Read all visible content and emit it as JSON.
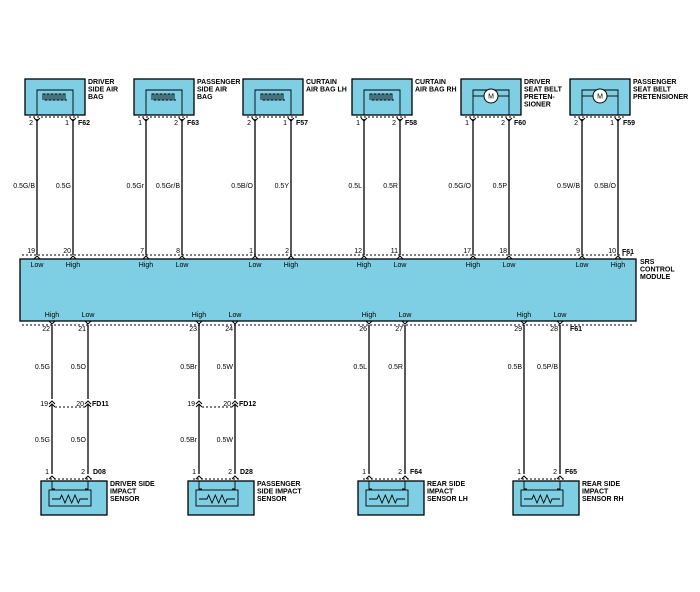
{
  "colors": {
    "box_fill": "#7ecfe3",
    "line": "#000000",
    "background": "#ffffff"
  },
  "module": {
    "label_lines": [
      "SRS",
      "CONTROL",
      "MODULE"
    ]
  },
  "top_components": [
    {
      "label_lines": [
        "DRIVER",
        "SIDE AIR",
        "BAG"
      ],
      "icon": "squib-icon",
      "pin_left": "2",
      "pin_right": "1",
      "connector": "F62",
      "wire_left": "0.5G/B",
      "wire_right": "0.5G",
      "mod_pin_left": "19",
      "mod_pin_right": "20",
      "sig_left": "Low",
      "sig_right": "High"
    },
    {
      "label_lines": [
        "PASSENGER",
        "SIDE AIR",
        "BAG"
      ],
      "icon": "squib-icon",
      "pin_left": "1",
      "pin_right": "2",
      "connector": "F63",
      "wire_left": "0.5Gr",
      "wire_right": "0.5Gr/B",
      "mod_pin_left": "7",
      "mod_pin_right": "8",
      "sig_left": "High",
      "sig_right": "Low"
    },
    {
      "label_lines": [
        "CURTAIN",
        "AIR BAG LH"
      ],
      "icon": "squib-icon",
      "pin_left": "2",
      "pin_right": "1",
      "connector": "F57",
      "wire_left": "0.5B/O",
      "wire_right": "0.5Y",
      "mod_pin_left": "1",
      "mod_pin_right": "2",
      "sig_left": "Low",
      "sig_right": "High"
    },
    {
      "label_lines": [
        "CURTAIN",
        "AIR BAG RH"
      ],
      "icon": "squib-icon",
      "pin_left": "1",
      "pin_right": "2",
      "connector": "F58",
      "wire_left": "0.5L",
      "wire_right": "0.5R",
      "mod_pin_left": "12",
      "mod_pin_right": "11",
      "sig_left": "High",
      "sig_right": "Low"
    },
    {
      "label_lines": [
        "DRIVER",
        "SEAT BELT",
        "PRETEN-",
        "SIONER"
      ],
      "icon": "motor-icon",
      "motor_text": "M",
      "pin_left": "1",
      "pin_right": "2",
      "connector": "F60",
      "wire_left": "0.5G/O",
      "wire_right": "0.5P",
      "mod_pin_left": "17",
      "mod_pin_right": "18",
      "sig_left": "High",
      "sig_right": "Low"
    },
    {
      "label_lines": [
        "PASSENGER",
        "SEAT BELT",
        "PRETENSIONER"
      ],
      "icon": "motor-icon",
      "motor_text": "M",
      "pin_left": "2",
      "pin_right": "1",
      "connector": "F59",
      "wire_left": "0.5W/B",
      "wire_right": "0.5B/O",
      "mod_pin_left": "9",
      "mod_pin_right": "10",
      "sig_left": "Low",
      "sig_right": "High"
    }
  ],
  "module_top_connector": "F61",
  "module_bottom_connector": "F61",
  "bottom_components": [
    {
      "label_lines": [
        "DRIVER SIDE",
        "IMPACT",
        "SENSOR"
      ],
      "icon": "resistor-icon",
      "sig_left": "High",
      "sig_right": "Low",
      "mod_pin_left": "22",
      "mod_pin_right": "21",
      "wire_upper_left": "0.5G",
      "wire_upper_right": "0.5O",
      "inline_pin_left": "19",
      "inline_pin_right": "20",
      "inline_connector": "FD11",
      "wire_lower_left": "0.5G",
      "wire_lower_right": "0.5O",
      "pin_left": "1",
      "pin_right": "2",
      "connector": "D08"
    },
    {
      "label_lines": [
        "PASSENGER",
        "SIDE IMPACT",
        "SENSOR"
      ],
      "icon": "resistor-icon",
      "sig_left": "High",
      "sig_right": "Low",
      "mod_pin_left": "23",
      "mod_pin_right": "24",
      "wire_upper_left": "0.5Br",
      "wire_upper_right": "0.5W",
      "inline_pin_left": "19",
      "inline_pin_right": "20",
      "inline_connector": "FD12",
      "wire_lower_left": "0.5Br",
      "wire_lower_right": "0.5W",
      "pin_left": "1",
      "pin_right": "2",
      "connector": "D28"
    },
    {
      "label_lines": [
        "REAR SIDE",
        "IMPACT",
        "SENSOR LH"
      ],
      "icon": "resistor-icon",
      "sig_left": "High",
      "sig_right": "Low",
      "mod_pin_left": "26",
      "mod_pin_right": "27",
      "wire_upper_left": "0.5L",
      "wire_upper_right": "0.5R",
      "pin_left": "1",
      "pin_right": "2",
      "connector": "F64"
    },
    {
      "label_lines": [
        "REAR SIDE",
        "IMPACT",
        "SENSOR RH"
      ],
      "icon": "resistor-icon",
      "sig_left": "High",
      "sig_right": "Low",
      "mod_pin_left": "29",
      "mod_pin_right": "28",
      "wire_upper_left": "0.5B",
      "wire_upper_right": "0.5P/B",
      "pin_left": "1",
      "pin_right": "2",
      "connector": "F65"
    }
  ]
}
